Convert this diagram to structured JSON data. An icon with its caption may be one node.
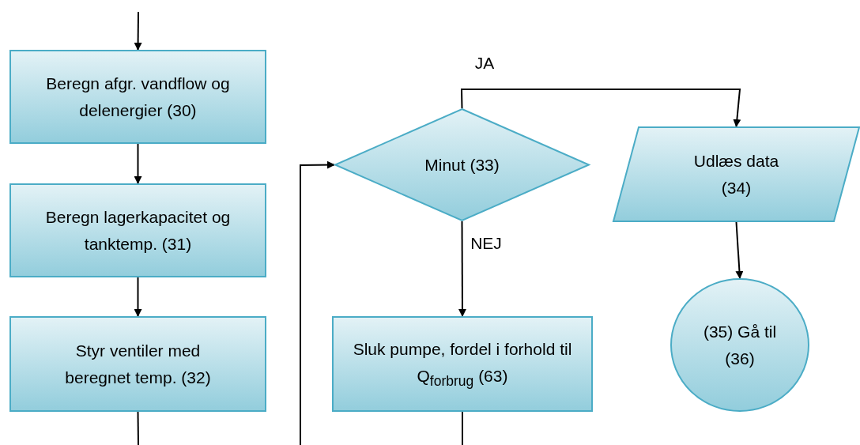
{
  "diagram": {
    "nodes": [
      {
        "text": [
          "Beregn afgr. vandflow og delenergier (30)"
        ]
      },
      {
        "text": [
          "Beregn lagerkapacitet og tanktemp. (31)"
        ]
      },
      {
        "text": [
          "Styr ventiler med beregnet temp. (32)"
        ]
      },
      {
        "text": [
          "Minut (33)"
        ]
      },
      {
        "text": [
          "Udlæs data (34)"
        ]
      },
      {
        "text": [
          "Sluk pumpe, fordel i forhold til Q$_{forbrug}$ (63)"
        ]
      },
      {
        "text": [
          "(35) Gå til (36)"
        ]
      }
    ],
    "edges": [
      {
        "from": null,
        "to": 0,
        "arrow": "to"
      },
      {
        "from": 0,
        "to": 1,
        "arrow": "to"
      },
      {
        "from": 1,
        "to": 2,
        "arrow": "to"
      },
      {
        "from": 2,
        "to": null,
        "arrow": "none"
      },
      {
        "from": null,
        "to": 3,
        "arrow": "to"
      },
      {
        "from": 3,
        "to": 4,
        "arrow": "to",
        "label": "JA"
      },
      {
        "from": 3,
        "to": 5,
        "arrow": "to",
        "label": "NEJ"
      },
      {
        "from": 4,
        "to": 6,
        "arrow": "to"
      },
      {
        "from": 5,
        "to": null,
        "arrow": "none"
      }
    ]
  }
}
